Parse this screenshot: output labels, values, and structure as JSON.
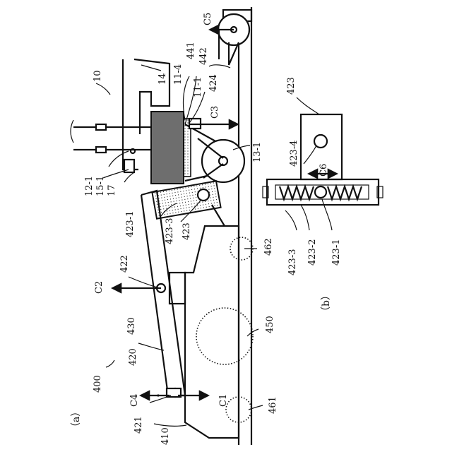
{
  "labels": {
    "a": "（a）",
    "b": "（b）",
    "l400": "400",
    "l410": "410",
    "l420": "420",
    "l421": "421",
    "l422": "422",
    "l423": "423",
    "l423_1": "423-1",
    "l423_3": "423-3",
    "l424": "424",
    "l430": "430",
    "l441": "441",
    "l442": "442",
    "l450": "450",
    "l461": "461",
    "l462": "462",
    "l10": "10",
    "l11_1": "11-1",
    "l11_4": "11-4",
    "l12_1": "12-1",
    "l13_1": "13-1",
    "l14": "14",
    "l15_1": "15-1",
    "l17": "17",
    "c1": "C1",
    "c2": "C2",
    "c3": "C3",
    "c4": "C4",
    "c5": "C5",
    "c6": "C6",
    "b423": "423",
    "b423_1": "423-1",
    "b423_2": "423-2",
    "b423_3": "423-3",
    "b423_4": "423-4"
  }
}
